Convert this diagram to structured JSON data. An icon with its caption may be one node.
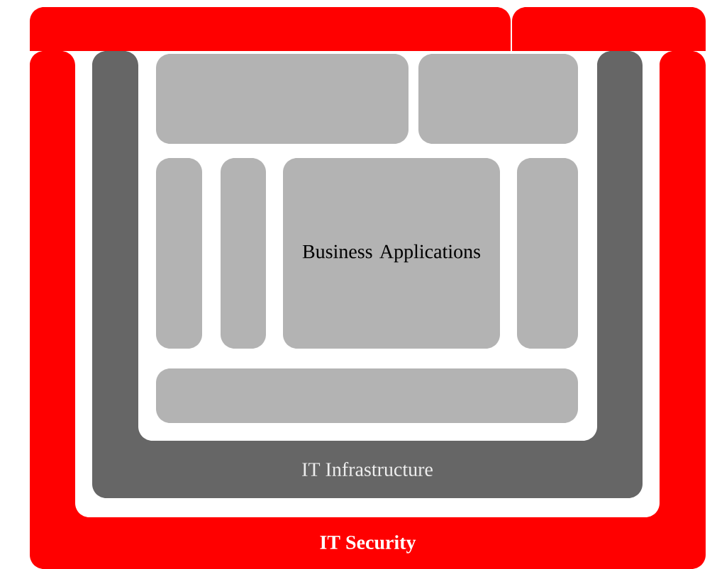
{
  "diagram": {
    "nodes": [
      {
        "text": [
          "IT Security"
        ]
      },
      {
        "text": [],
        "shape": "bar"
      },
      {
        "text": [],
        "shape": "bar"
      },
      {
        "text": [
          "IT Infrastructure"
        ]
      },
      {
        "text": [],
        "shape": "box"
      },
      {
        "text": [],
        "shape": "box"
      },
      {
        "text": [],
        "shape": "box"
      },
      {
        "text": [],
        "shape": "box"
      },
      {
        "text": [
          "Business Applications"
        ]
      },
      {
        "text": [],
        "shape": "box"
      },
      {
        "text": [],
        "shape": "box"
      }
    ]
  }
}
